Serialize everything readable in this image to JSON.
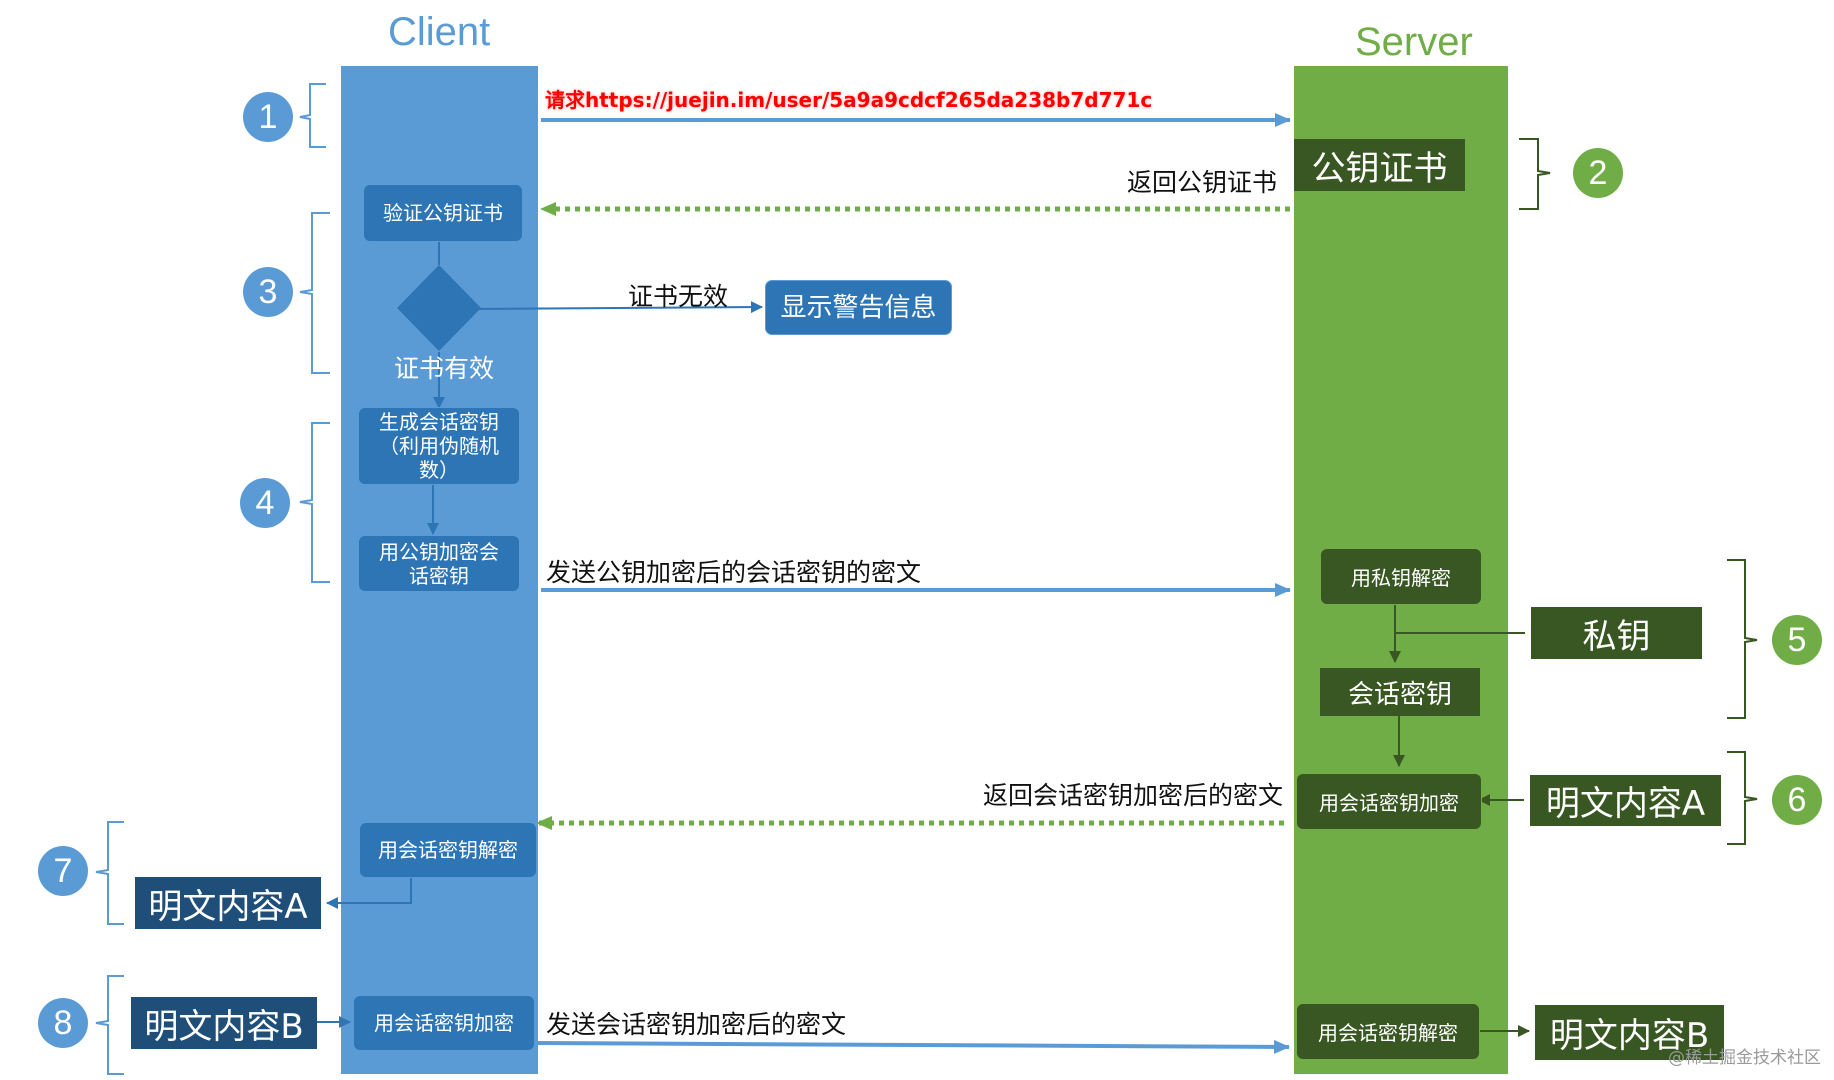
{
  "columns": {
    "client": "Client",
    "server": "Server"
  },
  "colors": {
    "client_lane": "#5b9bd5",
    "server_lane": "#70ad47",
    "client_box": "#2e75b6",
    "server_box": "#385723",
    "navy_box": "#1f4e79",
    "request_text": "#ff0000"
  },
  "arrows": {
    "request": "请求https://juejin.im/user/5a9a9cdcf265da238b7d771c",
    "return_cert": "返回公钥证书",
    "cert_invalid": "证书无效",
    "cert_valid": "证书有效",
    "send_encrypted_key": "发送公钥加密后的会话密钥的密文",
    "return_encrypted": "返回会话密钥加密后的密文",
    "send_encrypted": "发送会话密钥加密后的密文"
  },
  "client_boxes": {
    "verify_cert": "验证公钥证书",
    "gen_key_l1": "生成会话密钥",
    "gen_key_l2": "（利用伪随机",
    "gen_key_l3": "数）",
    "encrypt_key_l1": "用公钥加密会",
    "encrypt_key_l2": "话密钥",
    "decrypt_session": "用会话密钥解密",
    "encrypt_session": "用会话密钥加密"
  },
  "warning_box": "显示警告信息",
  "server_boxes": {
    "public_cert": "公钥证书",
    "decrypt_private": "用私钥解密",
    "session_key": "会话密钥",
    "encrypt_session": "用会话密钥加密",
    "decrypt_session": "用会话密钥解密",
    "private_key": "私钥",
    "plain_a": "明文内容A",
    "plain_b": "明文内容B"
  },
  "client_outputs": {
    "plain_a": "明文内容A",
    "plain_b": "明文内容B"
  },
  "steps": [
    "1",
    "2",
    "3",
    "4",
    "5",
    "6",
    "7",
    "8"
  ],
  "watermark": "@稀土掘金技术社区"
}
